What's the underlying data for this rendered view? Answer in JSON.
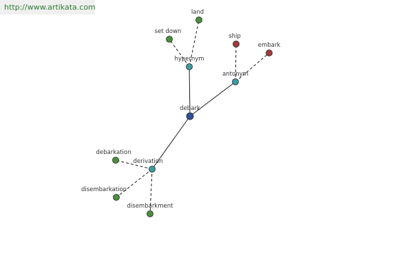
{
  "header": {
    "url": "http://www.artikata.com"
  },
  "graph": {
    "colors": {
      "center": "#2f4f9f",
      "relation": "#3f9aa0",
      "related": "#4a8f3c",
      "antonym_word": "#a33a3a"
    },
    "center": {
      "label": "debark"
    },
    "relations": [
      {
        "id": "hypernym",
        "label": "hypernym"
      },
      {
        "id": "antonym",
        "label": "antonym"
      },
      {
        "id": "derivation",
        "label": "derivation"
      }
    ],
    "words": [
      {
        "id": "land",
        "label": "land",
        "relation": "hypernym",
        "kind": "related"
      },
      {
        "id": "set-down",
        "label": "set down",
        "relation": "hypernym",
        "kind": "related"
      },
      {
        "id": "ship",
        "label": "ship",
        "relation": "antonym",
        "kind": "antonym_word"
      },
      {
        "id": "embark",
        "label": "embark",
        "relation": "antonym",
        "kind": "antonym_word"
      },
      {
        "id": "debarkation",
        "label": "debarkation",
        "relation": "derivation",
        "kind": "related"
      },
      {
        "id": "disembarkation",
        "label": "disembarkation",
        "relation": "derivation",
        "kind": "related"
      },
      {
        "id": "disembarkment",
        "label": "disembarkment",
        "relation": "derivation",
        "kind": "related"
      }
    ]
  }
}
